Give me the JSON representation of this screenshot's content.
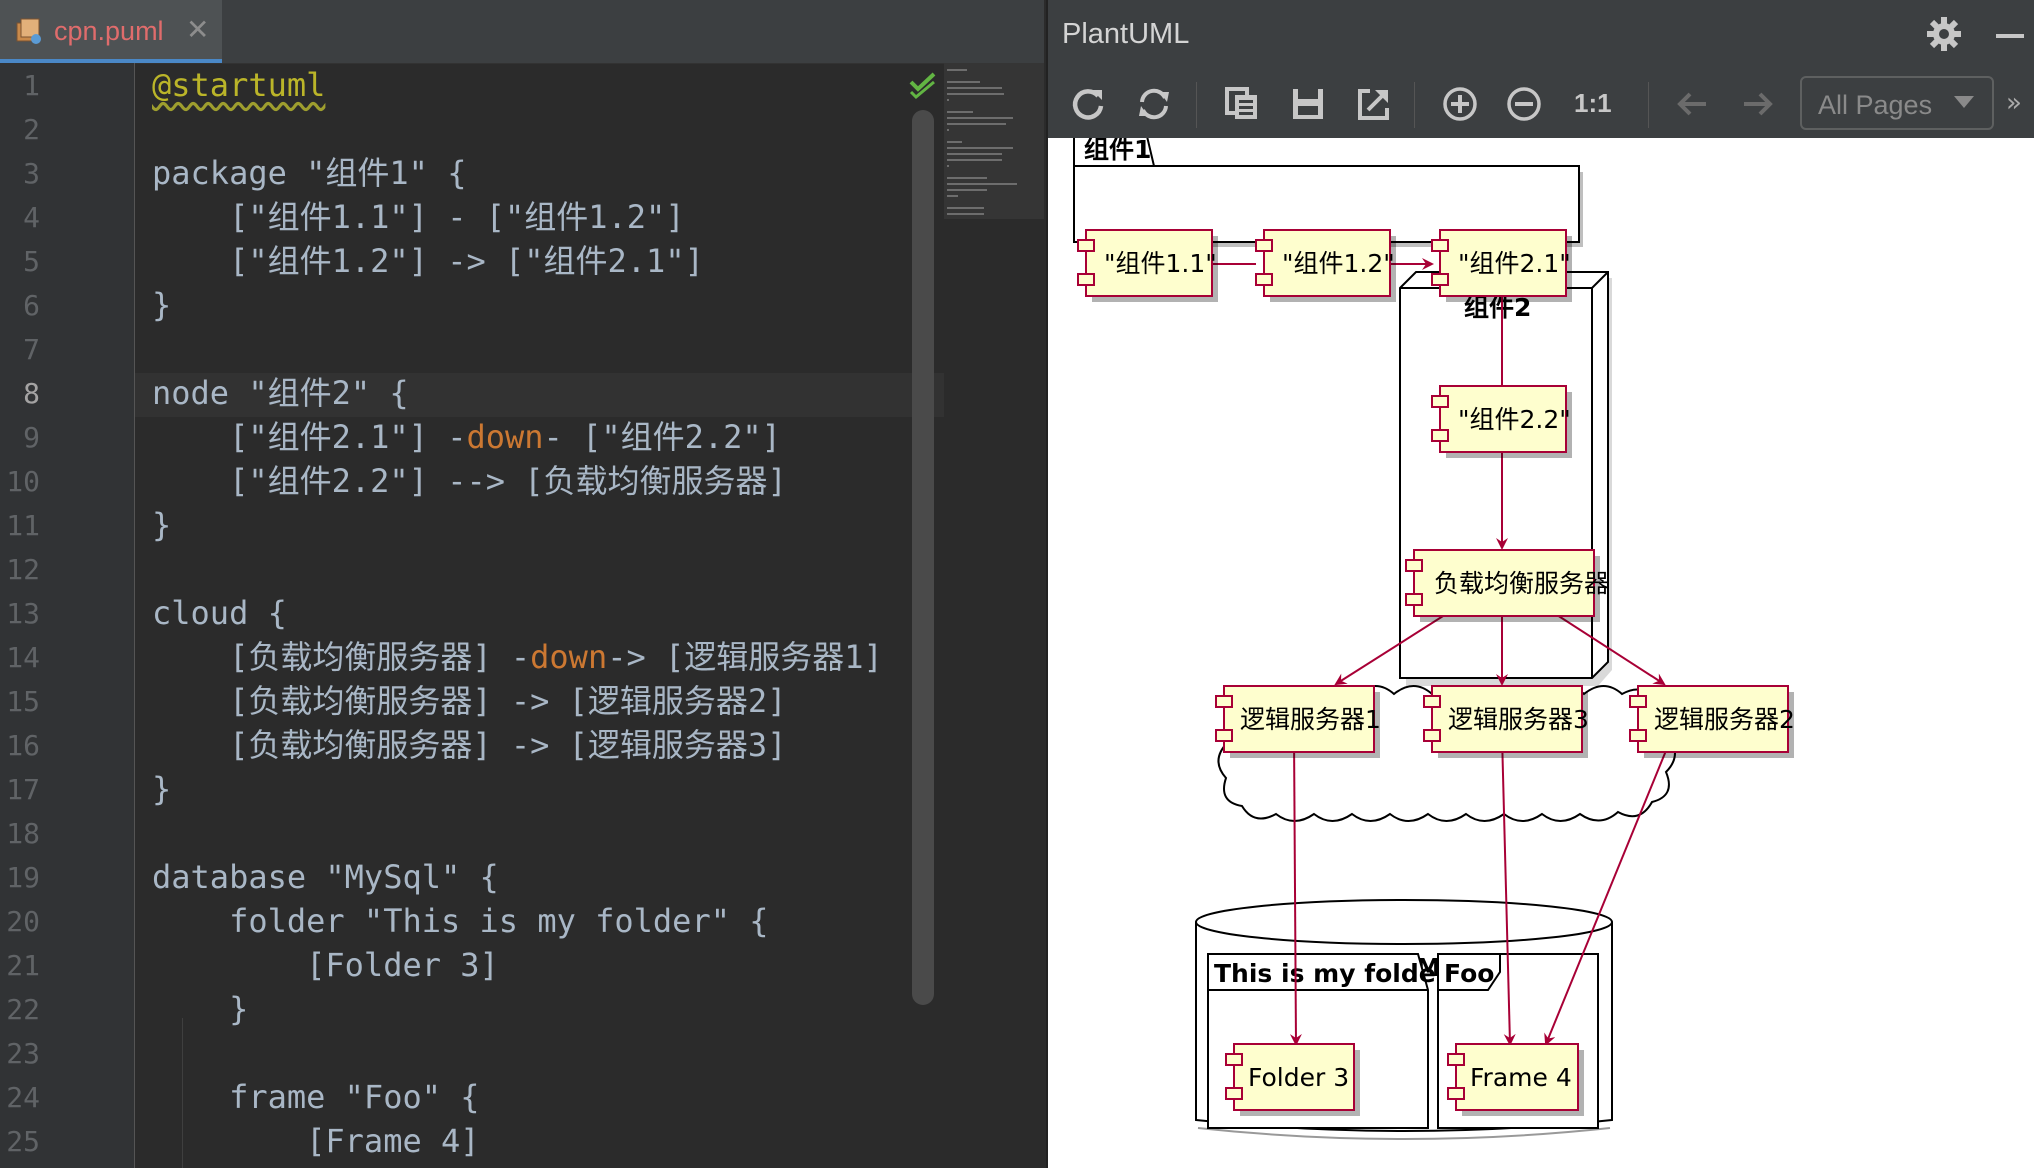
{
  "editor": {
    "tab_label": "cpn.puml",
    "tab_close": "✕",
    "current_line": 8,
    "line_numbers": [
      "1",
      "2",
      "3",
      "4",
      "5",
      "6",
      "7",
      "8",
      "9",
      "10",
      "11",
      "12",
      "13",
      "14",
      "15",
      "16",
      "17",
      "18",
      "19",
      "20",
      "21",
      "22",
      "23",
      "24",
      "25"
    ],
    "lines": [
      {
        "a": "@startuml"
      },
      {
        "a": ""
      },
      {
        "a": "package \"组件1\" {"
      },
      {
        "a": "    [\"组件1.1\"] - [\"组件1.2\"]"
      },
      {
        "a": "    [\"组件1.2\"] -> [\"组件2.1\"]"
      },
      {
        "a": "}"
      },
      {
        "a": ""
      },
      {
        "a": "node \"组件2\" {"
      },
      {
        "a": "    [\"组件2.1\"] -",
        "b": "down",
        "c": "- [\"组件2.2\"]"
      },
      {
        "a": "    [\"组件2.2\"] --> [负载均衡服务器]"
      },
      {
        "a": "}"
      },
      {
        "a": ""
      },
      {
        "a": "cloud {"
      },
      {
        "a": "    [负载均衡服务器] -",
        "b": "down",
        "c": "-> [逻辑服务器1]"
      },
      {
        "a": "    [负载均衡服务器] -> [逻辑服务器2]"
      },
      {
        "a": "    [负载均衡服务器] -> [逻辑服务器3]"
      },
      {
        "a": "}"
      },
      {
        "a": ""
      },
      {
        "a": "database \"MySql\" {"
      },
      {
        "a": "    folder \"This is my folder\" {"
      },
      {
        "a": "        [Folder 3]"
      },
      {
        "a": "    }"
      },
      {
        "a": ""
      },
      {
        "a": "    frame \"Foo\" {"
      },
      {
        "a": "        [Frame 4]"
      }
    ]
  },
  "panel": {
    "title": "PlantUML",
    "one_to_one": "1:1",
    "pages_select": "All Pages",
    "more": "»"
  },
  "diagram": {
    "package_label": "组件1",
    "node_label": "组件2",
    "c11": "\"组件1.1\"",
    "c12": "\"组件1.2\"",
    "c21": "\"组件2.1\"",
    "c22": "\"组件2.2\"",
    "lb": "负载均衡服务器",
    "s1": "逻辑服务器1",
    "s3": "逻辑服务器3",
    "s2": "逻辑服务器2",
    "db_label": "MySql",
    "folder_label": "This is my folder",
    "frame_label": "Foo",
    "f3": "Folder 3",
    "f4": "Frame 4"
  },
  "colors": {
    "component_fill": "#fefece",
    "component_border": "#a80036",
    "arrow": "#a80036",
    "keyword_orange": "#cc7832",
    "code_text": "#a9b7c6",
    "annotation": "#bbb529"
  }
}
